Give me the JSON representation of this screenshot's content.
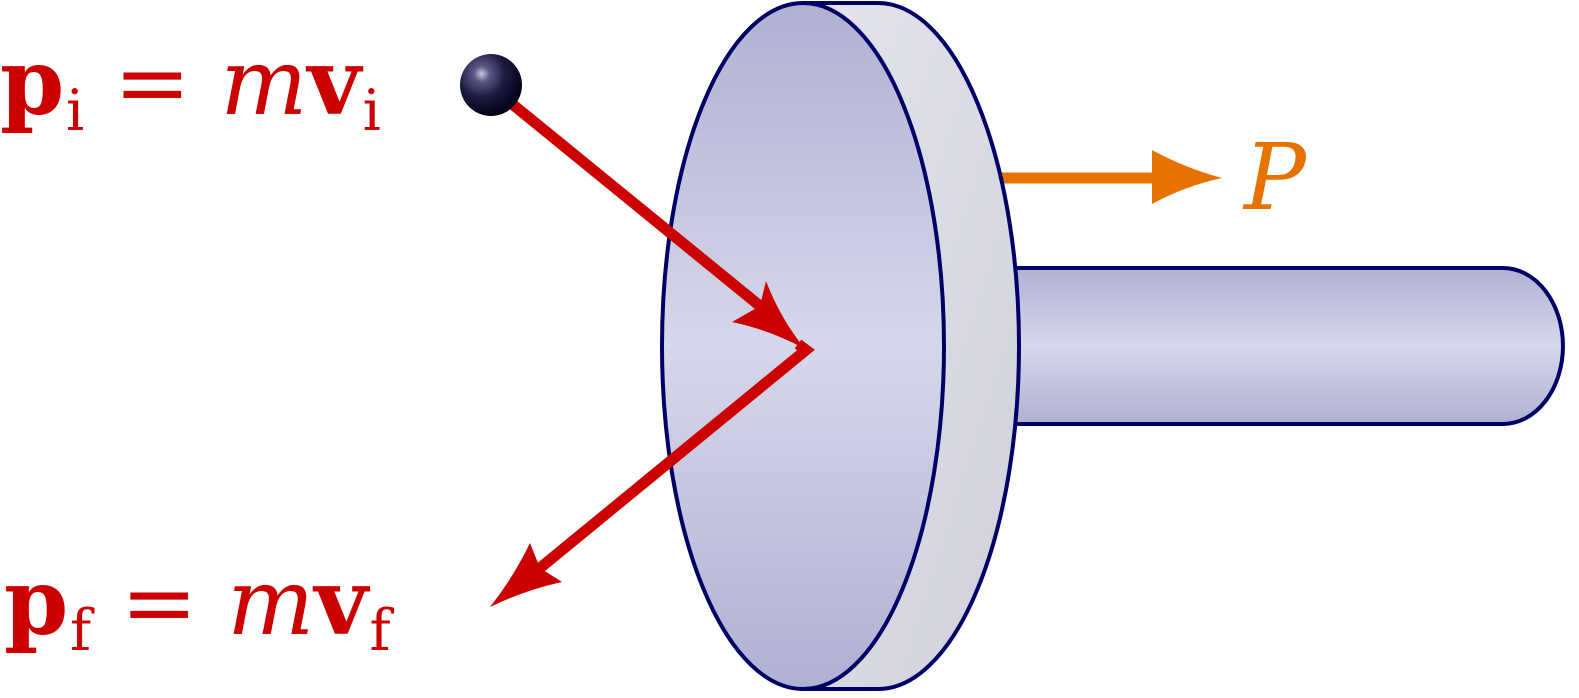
{
  "diagram": {
    "type": "physics-momentum-impulse",
    "colors": {
      "momentum_red": "#cc0000",
      "force_orange": "#e67300",
      "outline_navy": "#000066",
      "disk_face_light": "#d6d7ea",
      "disk_face_dark": "#b0b0d2",
      "disk_rim": "#dcdde4",
      "ball": "#0a0a2a"
    },
    "labels": {
      "initial": {
        "p": "p",
        "p_sub": "i",
        "equals": "=",
        "m": "m",
        "v": "v",
        "v_sub": "i"
      },
      "final": {
        "p": "p",
        "p_sub": "f",
        "equals": "=",
        "m": "m",
        "v": "v",
        "v_sub": "f"
      },
      "force": "P"
    },
    "elements": [
      "ball",
      "incoming-momentum-arrow",
      "outgoing-momentum-arrow",
      "disk",
      "rod",
      "force-arrow"
    ]
  }
}
